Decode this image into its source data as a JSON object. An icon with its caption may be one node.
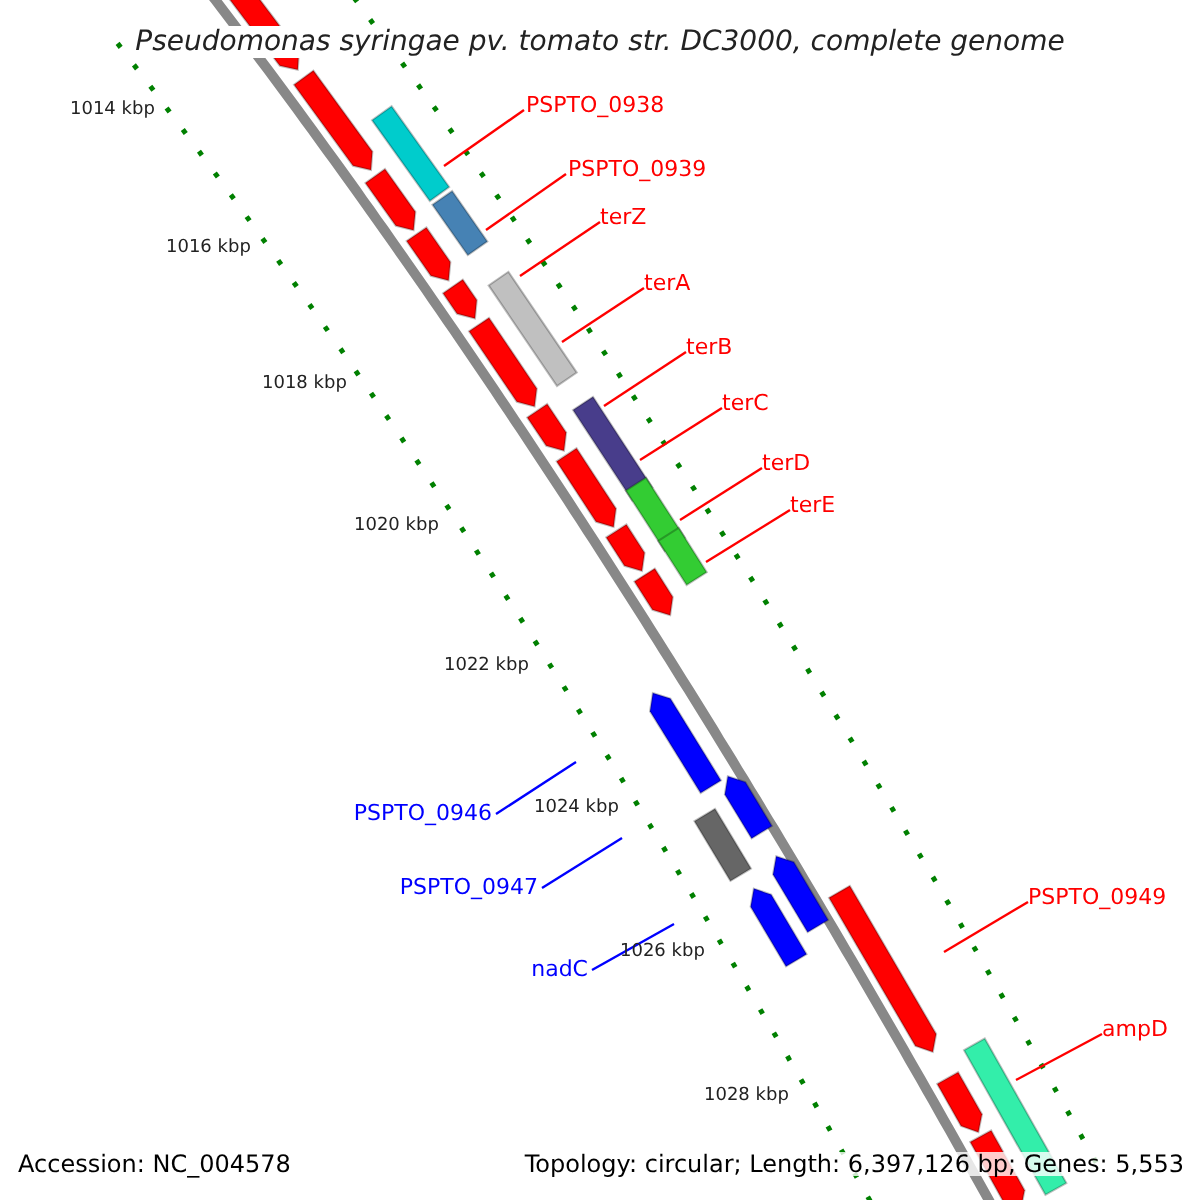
{
  "diagram": {
    "title": "Pseudomonas syringae pv. tomato str. DC3000, complete genome",
    "nodes": [
      {
        "text": [
          "PSPTO_0938"
        ]
      },
      {
        "text": [
          "PSPTO_0939"
        ]
      },
      {
        "text": [
          "terZ"
        ]
      },
      {
        "text": [
          "terA"
        ]
      },
      {
        "text": [
          "terB"
        ]
      },
      {
        "text": [
          "terC"
        ]
      },
      {
        "text": [
          "terD"
        ]
      },
      {
        "text": [
          "terE"
        ]
      },
      {
        "text": [
          "PSPTO_0946"
        ]
      },
      {
        "text": [
          "PSPTO_0947"
        ]
      },
      {
        "text": [
          "nadC"
        ]
      },
      {
        "text": [
          "PSPTO_0949"
        ]
      },
      {
        "text": [
          "ampD"
        ]
      }
    ],
    "edges": [
      {
        "from": 0,
        "to": null,
        "arrow": "none"
      },
      {
        "from": 1,
        "to": null,
        "arrow": "none"
      },
      {
        "from": 2,
        "to": null,
        "arrow": "none"
      },
      {
        "from": 3,
        "to": null,
        "arrow": "none"
      },
      {
        "from": 4,
        "to": null,
        "arrow": "none"
      },
      {
        "from": 5,
        "to": null,
        "arrow": "none"
      },
      {
        "from": 6,
        "to": null,
        "arrow": "none"
      },
      {
        "from": 7,
        "to": null,
        "arrow": "none"
      },
      {
        "from": 8,
        "to": null,
        "arrow": "none",
        "color": "#0000ff"
      },
      {
        "from": 9,
        "to": null,
        "arrow": "none",
        "color": "#0000ff"
      },
      {
        "from": 10,
        "to": null,
        "arrow": "none",
        "color": "#0000ff"
      },
      {
        "from": 11,
        "to": null,
        "arrow": "none"
      },
      {
        "from": 12,
        "to": null,
        "arrow": "none"
      }
    ],
    "labels": [
      "1014 kbp",
      "1016 kbp",
      "1018 kbp",
      "1020 kbp",
      "1022 kbp",
      "1024 kbp",
      "1026 kbp",
      "1028 kbp",
      "Accession: NC_004578",
      "Topology: circular; Length: 6,397,126 bp; Genes: 5,553"
    ]
  }
}
